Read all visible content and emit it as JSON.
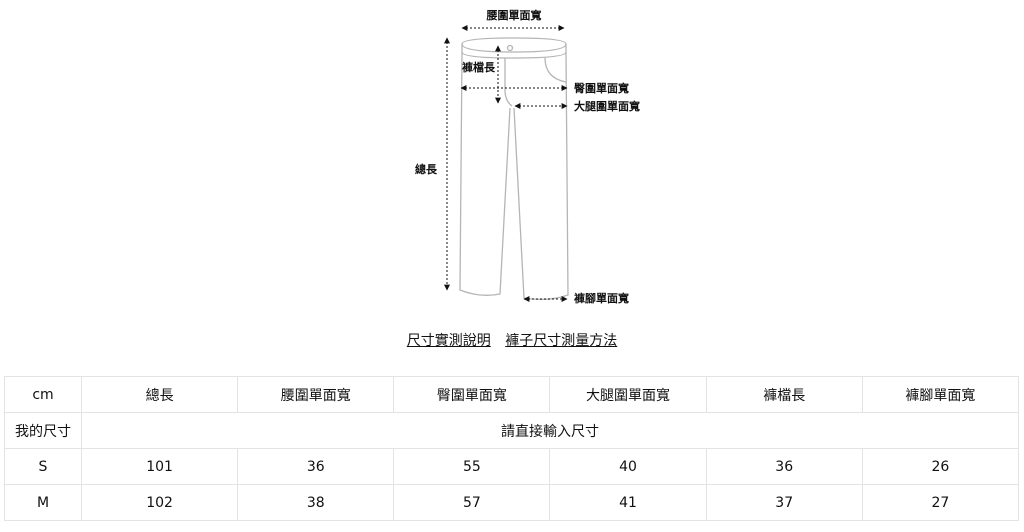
{
  "diagram": {
    "labels": {
      "waist": "腰圍單面寬",
      "rise": "褲檔長",
      "hip": "臀圍單面寬",
      "thigh": "大腿圍單面寬",
      "length": "總長",
      "hem": "褲腳單面寬"
    }
  },
  "links": {
    "guide": "尺寸實測說明",
    "method": "褲子尺寸測量方法"
  },
  "table": {
    "headers": [
      "cm",
      "總長",
      "腰圍單面寬",
      "臀圍單面寬",
      "大腿圍單面寬",
      "褲檔長",
      "褲腳單面寬"
    ],
    "my_size_label": "我的尺寸",
    "my_size_prompt": "請直接輸入尺寸",
    "rows": [
      [
        "S",
        "101",
        "36",
        "55",
        "40",
        "36",
        "26"
      ],
      [
        "M",
        "102",
        "38",
        "57",
        "41",
        "37",
        "27"
      ]
    ]
  }
}
